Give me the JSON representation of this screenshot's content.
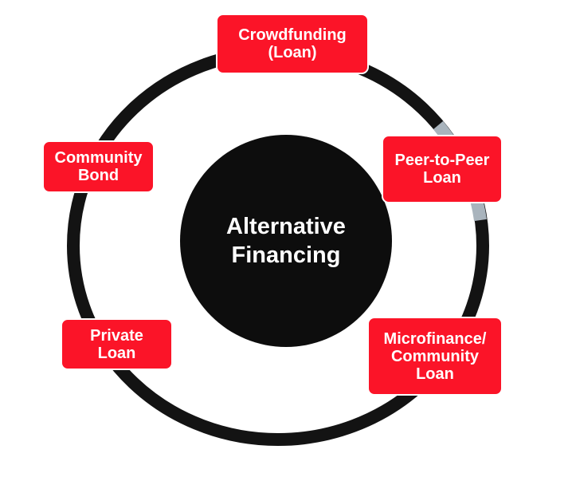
{
  "center": {
    "line1": "Alternative",
    "line2": "Financing"
  },
  "nodes": [
    {
      "line1": "Crowdfunding",
      "line2": "(Loan)"
    },
    {
      "line1": "Peer-to-Peer",
      "line2": "Loan"
    },
    {
      "line1": "Microfinance/",
      "line2": "Community",
      "line3": "Loan"
    },
    {
      "line1": "Private",
      "line2": "Loan"
    },
    {
      "line1": "Community",
      "line2": "Bond"
    }
  ],
  "colors": {
    "accent": "#fb1428",
    "ring": "#111111",
    "ring_highlight": "#a9b4bd",
    "center": "#0d0d0d"
  }
}
